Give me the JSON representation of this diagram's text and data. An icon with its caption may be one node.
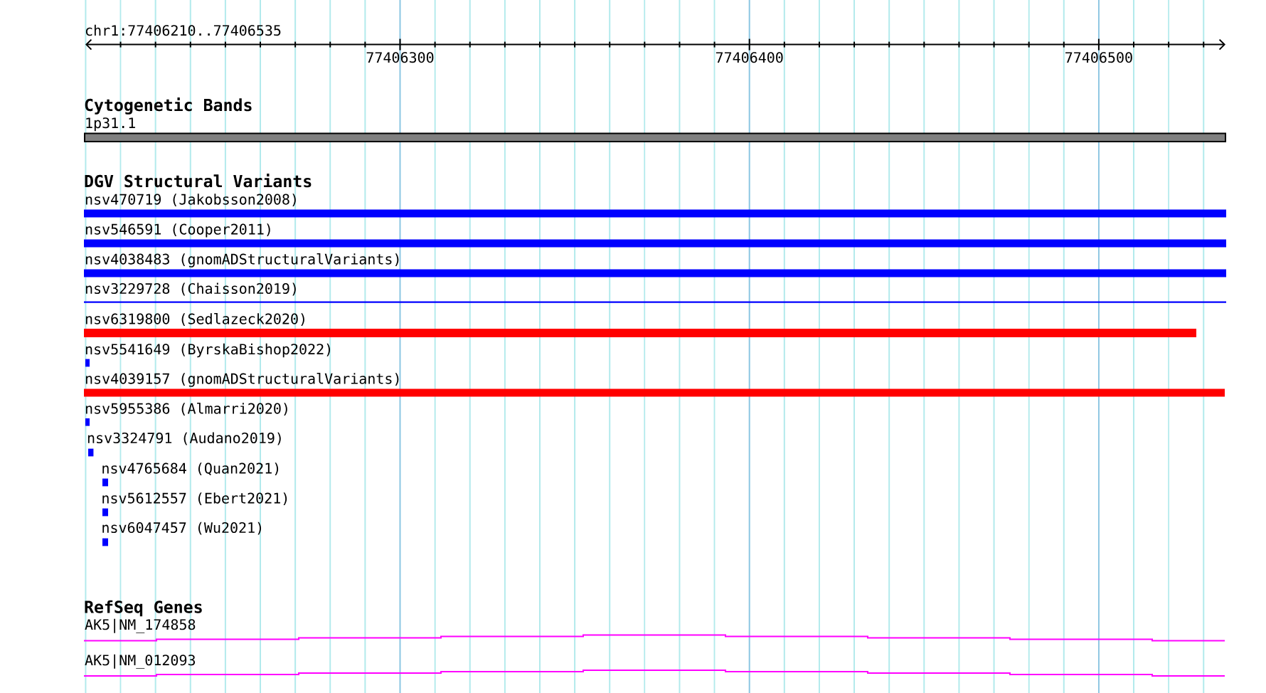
{
  "diagram": {
    "nodes": [
      {
        "text": [
          "1p31.1"
        ]
      },
      {
        "text": [
          "nsv470719 (Jakobsson2008)"
        ]
      },
      {
        "text": [
          "nsv546591 (Cooper2011)"
        ]
      },
      {
        "text": [
          "nsv4038483 (gnomADStructuralVariants)"
        ]
      },
      {
        "text": [
          "nsv3229728 (Chaisson2019)"
        ]
      },
      {
        "text": [
          "nsv6319800 (Sedlazeck2020)"
        ]
      },
      {
        "text": [
          "nsv5541649 (ByrskaBishop2022)"
        ]
      },
      {
        "text": [
          "nsv4039157 (gnomADStructuralVariants)"
        ]
      },
      {
        "text": [
          "nsv5955386 (Almarri2020)"
        ]
      },
      {
        "text": [
          "nsv3324791 (Audano2019)"
        ]
      },
      {
        "text": [
          "nsv4765684 (Quan2021)"
        ]
      },
      {
        "text": [
          "nsv5612557 (Ebert2021)"
        ]
      },
      {
        "text": [
          "nsv6047457 (Wu2021)"
        ]
      },
      {
        "text": [
          "AK5|NM_174858"
        ]
      },
      {
        "text": [
          "AK5|NM_012093"
        ]
      }
    ],
    "labels": [
      "chr1:77406210..77406535",
      "77406300",
      "77406400",
      "77406500",
      "Cytogenetic Bands",
      "DGV Structural Variants",
      "RefSeq Genes"
    ]
  }
}
